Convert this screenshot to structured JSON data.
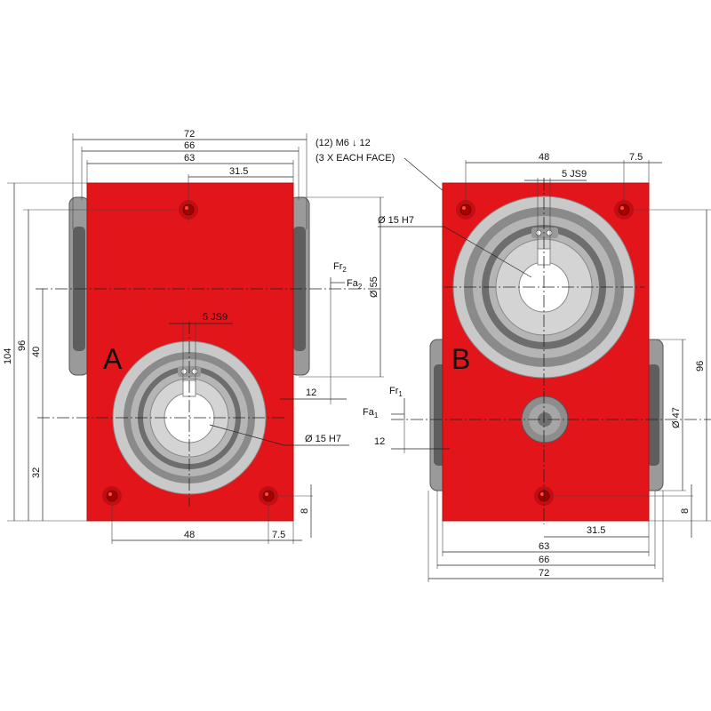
{
  "views": [
    {
      "label": "A",
      "dimensions": {
        "width_72": "72",
        "width_66": "66",
        "width_63": "63",
        "offset_31_5": "31.5",
        "height_104": "104",
        "height_96": "96",
        "dist_40": "40",
        "dist_32": "32",
        "dia_55": "Ø 55",
        "dist_12": "12",
        "keyway": "5 JS9",
        "bore": "Ø 15 H7",
        "hole_spacing_48": "48",
        "edge_7_5": "7.5",
        "edge_8": "8"
      },
      "loads": {
        "fr_label": "Fr",
        "fr_sub": "2",
        "fa_label": "Fa",
        "fa_sub": "2"
      }
    },
    {
      "label": "B",
      "dimensions": {
        "hole_spacing_48": "48",
        "edge_7_5": "7.5",
        "keyway": "5 JS9",
        "bore": "Ø 15 H7",
        "height_96": "96",
        "dia_47": "Ø 47",
        "dist_12": "12",
        "edge_8": "8",
        "width_63": "63",
        "offset_31_5": "31.5",
        "width_66": "66",
        "width_72": "72"
      },
      "loads": {
        "fr_label": "Fr",
        "fr_sub": "1",
        "fa_label": "Fa",
        "fa_sub": "1"
      }
    }
  ],
  "note": {
    "line1": "(12) M6 ↓ 12",
    "line2": "(3 X EACH FACE)"
  },
  "colors": {
    "housing": "#e2151a",
    "bearing": "#c9c9c9"
  }
}
